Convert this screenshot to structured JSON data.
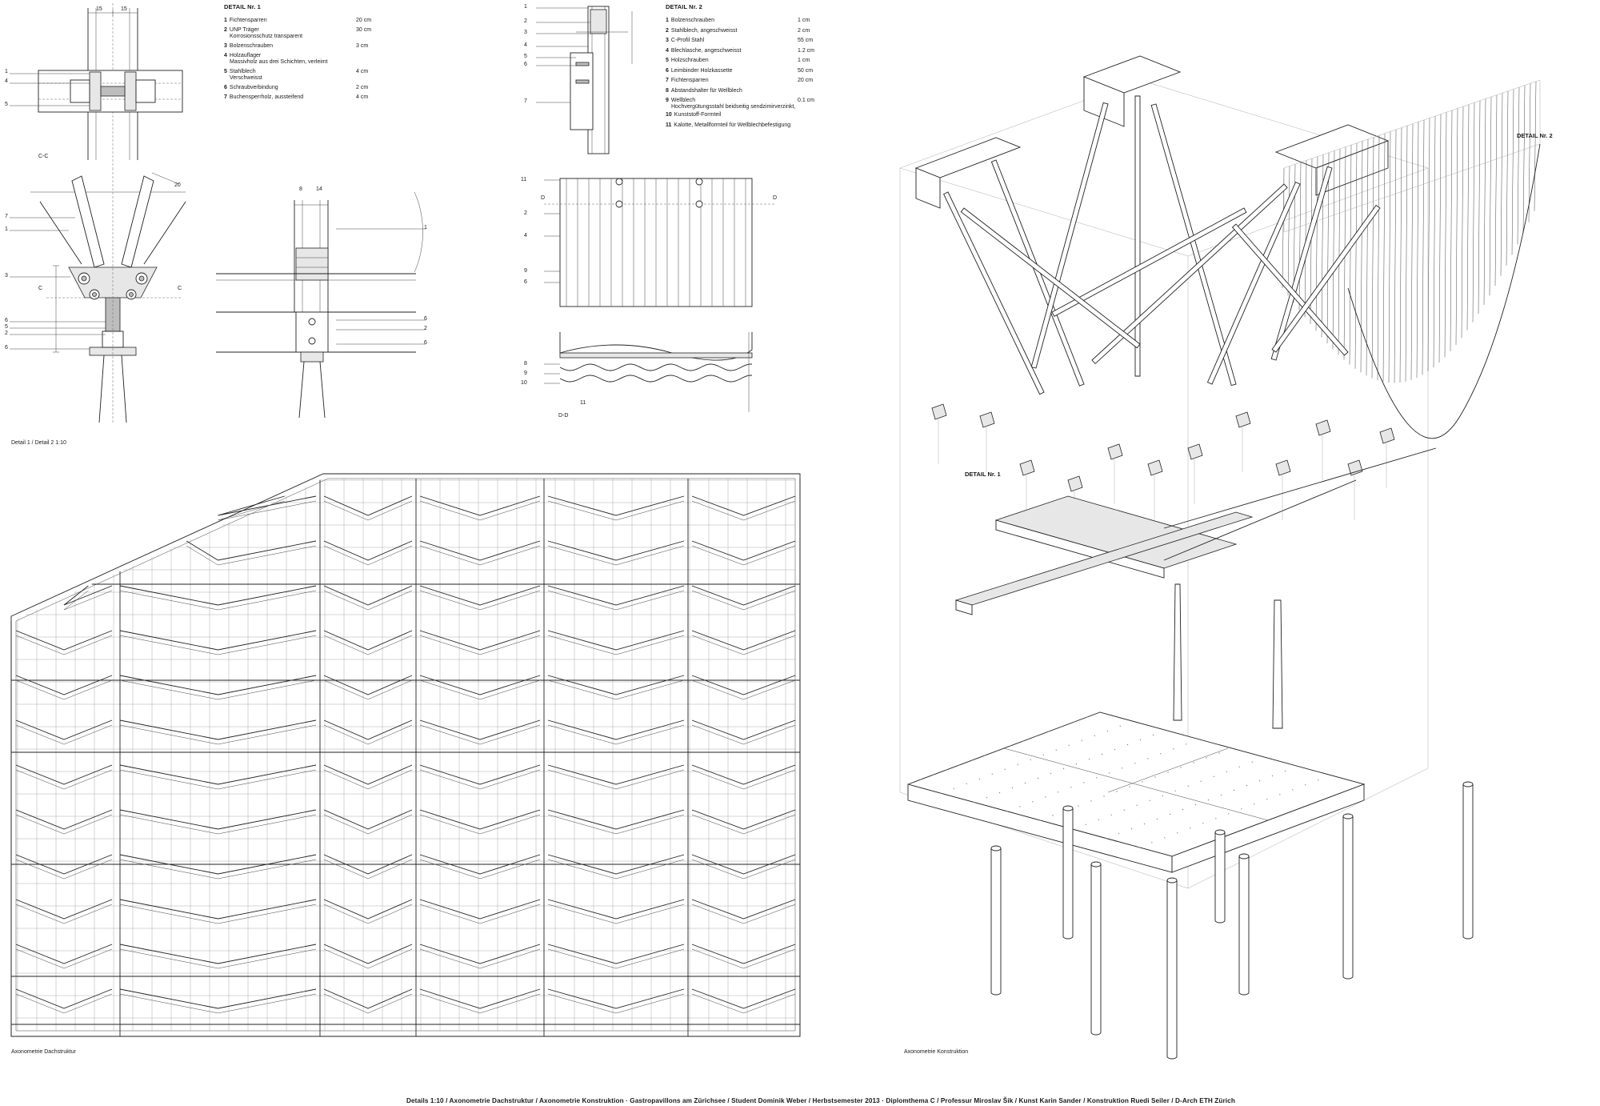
{
  "legend1": {
    "title": "DETAIL Nr. 1",
    "items": [
      {
        "n": "1",
        "text": "Fichtensparren",
        "val": "20 cm"
      },
      {
        "n": "2",
        "text": "UNP Träger",
        "sub": "Korrosionsschutz transparent",
        "val": "30 cm"
      },
      {
        "n": "3",
        "text": "Bolzenschrauben",
        "val": "3 cm"
      },
      {
        "n": "4",
        "text": "Holzauflager",
        "sub": "Massivholz aus drei Schichten, verleimt",
        "val": ""
      },
      {
        "n": "5",
        "text": "Stahlblech",
        "sub": "Verschweisst",
        "val": "4 cm"
      },
      {
        "n": "6",
        "text": "Schraubverbindung",
        "val": "2 cm"
      },
      {
        "n": "7",
        "text": "Buchensperrholz, aussteifend",
        "val": "4 cm"
      }
    ]
  },
  "legend2": {
    "title": "DETAIL Nr. 2",
    "items": [
      {
        "n": "1",
        "text": "Bolzenschrauben",
        "val": "1 cm"
      },
      {
        "n": "2",
        "text": "Stahlblech, angeschweisst",
        "val": "2 cm"
      },
      {
        "n": "3",
        "text": "C-Profil Stahl",
        "val": "55 cm"
      },
      {
        "n": "4",
        "text": "Blechlasche, angeschweisst",
        "val": "1.2 cm"
      },
      {
        "n": "5",
        "text": "Holzschrauben",
        "val": "1 cm"
      },
      {
        "n": "6",
        "text": "Leimbinder Holzkassette",
        "val": "50 cm"
      },
      {
        "n": "7",
        "text": "Fichtensparren",
        "val": "20 cm"
      },
      {
        "n": "8",
        "text": "Abstandshalter für Wellblech",
        "val": ""
      },
      {
        "n": "9",
        "text": "Wellblech",
        "sub": "Hochvergütungsstahl beidseitig sendzimirverzinkt,",
        "val": "0.1 cm"
      },
      {
        "n": "10",
        "text": "Kunststoff-Formteil",
        "val": ""
      },
      {
        "n": "11",
        "text": "Kalotte, Metallformteil für Wellblechbefestigung",
        "val": ""
      }
    ]
  },
  "labels": {
    "section_cc": "C-C",
    "section_dd": "D-D",
    "mark_c": "C",
    "mark_d": "D",
    "scale_caption": "Detail 1 / Detail 2    1:10",
    "caption_roof": "Axonometrie Dachstruktur",
    "caption_construction": "Axonometrie Konstruktion",
    "callout_detail1": "DETAIL Nr. 1",
    "callout_detail2": "DETAIL Nr. 2",
    "dim_15a": "15",
    "dim_15b": "15",
    "dim_20": "20",
    "dim_14": "14",
    "dim_8": "8",
    "dim_11": "11"
  },
  "detail1_numbers": {
    "top_left": [
      "1",
      "4",
      "5"
    ],
    "y_left": [
      "7",
      "1",
      "3",
      "6",
      "5",
      "2",
      "6"
    ],
    "plate_right_top": "1",
    "plate_right_bottom": [
      "6",
      "2",
      "6"
    ]
  },
  "detail2_numbers": {
    "top": [
      "1",
      "2",
      "3",
      "4",
      "5",
      "6",
      "7"
    ],
    "mid": [
      "11",
      "2",
      "4",
      "9",
      "6"
    ],
    "bottom": [
      "8",
      "9",
      "10"
    ]
  },
  "footer": "Details 1:10 / Axonometrie Dachstruktur / Axonometrie Konstruktion    ·    Gastropavillons am Zürichsee / Student Dominik Weber / Herbstsemester 2013    ·    Diplomthema C / Professur Miroslav Šik / Kunst Karin Sander / Konstruktion Ruedi Seiler / D-Arch ETH Zürich"
}
